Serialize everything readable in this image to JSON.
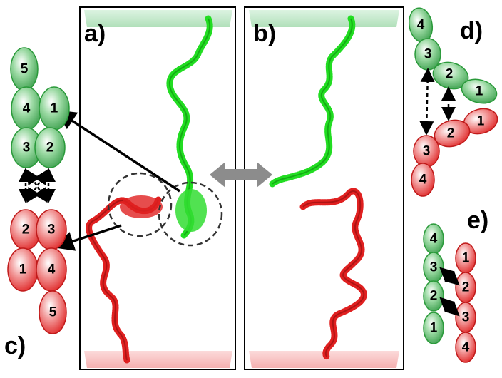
{
  "panels": {
    "a": "a)",
    "b": "b)",
    "c": "c)",
    "d": "d)",
    "e": "e)"
  },
  "panel_c": {
    "green_domains": [
      "5",
      "4",
      "1",
      "3",
      "2"
    ],
    "red_domains": [
      "2",
      "3",
      "1",
      "4",
      "5"
    ]
  },
  "panel_d": {
    "green_domains": [
      "4",
      "3",
      "2",
      "1"
    ],
    "red_domains": [
      "1",
      "2",
      "3",
      "4"
    ]
  },
  "panel_e": {
    "green_domains": [
      "4",
      "3",
      "2",
      "1"
    ],
    "red_domains": [
      "1",
      "2",
      "3",
      "4"
    ]
  },
  "colors": {
    "green": "#22dd22",
    "green_dark": "#1a9e2a",
    "red": "#e02020",
    "red_dark": "#b01818",
    "gray_arrow": "#8c8c8c"
  }
}
